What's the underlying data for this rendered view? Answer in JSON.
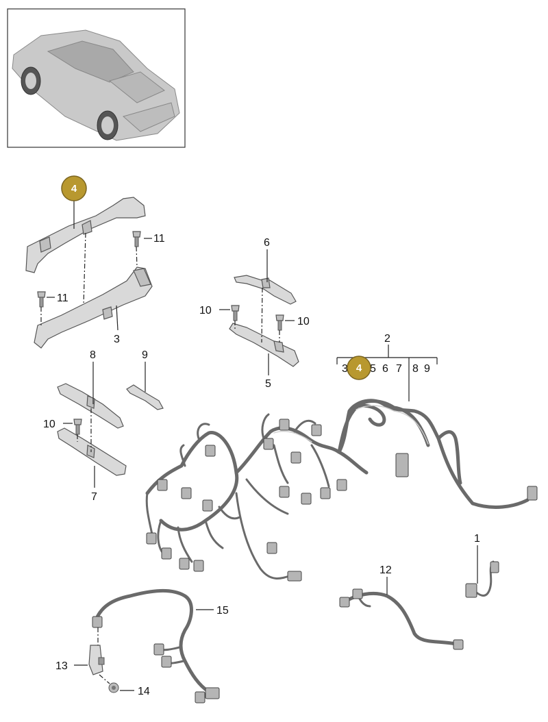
{
  "callouts": {
    "c1": "1",
    "c2": "2",
    "c3": "3",
    "c5": "5",
    "c6": "6",
    "c7": "7",
    "c8": "8",
    "c9": "9",
    "c10a": "10",
    "c10b": "10",
    "c10c": "10",
    "c11a": "11",
    "c11b": "11",
    "c12": "12",
    "c13": "13",
    "c14": "14",
    "c15": "15"
  },
  "group_2_items": [
    "3",
    "5",
    "6",
    "7",
    "8",
    "9"
  ],
  "badges": {
    "b1": "4",
    "b2": "4"
  },
  "colors": {
    "badge": "#b8982f",
    "badge_border": "#7a6420",
    "part_fill": "#d9d9d9",
    "wire": "#6a6a6a"
  },
  "icons": {
    "vehicle": "car-thumbnail-icon"
  }
}
